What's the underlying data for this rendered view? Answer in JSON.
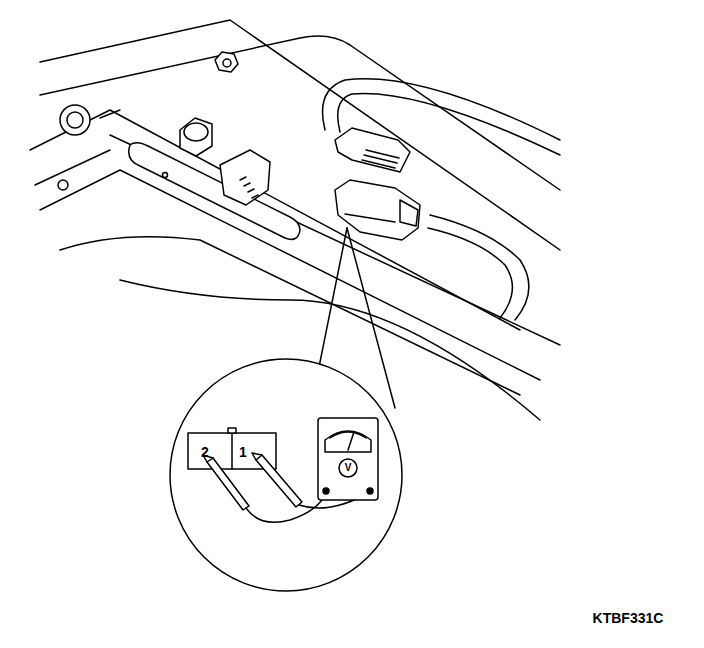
{
  "diagram": {
    "labels": [
      "2",
      "1",
      "V",
      "KTBF331C"
    ]
  }
}
